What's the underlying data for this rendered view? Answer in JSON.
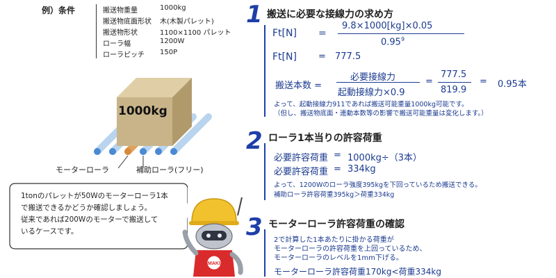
{
  "conditions": {
    "heading": "例）条件",
    "rows": [
      {
        "label": "搬送物重量",
        "value": "1000kg"
      },
      {
        "label": "搬送物底面形状",
        "value": "木(木製パレット)"
      },
      {
        "label": "搬送物形状",
        "value": "1100×1100 パレット"
      },
      {
        "label": "ローラ幅",
        "value": "1200W"
      },
      {
        "label": "ローラピッチ",
        "value": "150P"
      }
    ]
  },
  "illustration": {
    "box_label": "1000kg",
    "motor_roller_label": "モーターローラ",
    "aux_roller_label": "補助ローラ(フリー)"
  },
  "bubble": {
    "line1": "1tonのパレットが50Wのモーターローラ1本",
    "line2": "で搬送できるかどうか確認しましょう。",
    "line3": "従来であれば200Wのモーターで搬送して",
    "line4": "いるケースです。"
  },
  "mascot": {
    "badge": "MAKI"
  },
  "section1": {
    "number": "1",
    "title": "搬送に必要な接線力の求め方",
    "ft_label": "Ft[N]",
    "eq": "=",
    "numerator": "9.8×1000[kg]×0.05",
    "denominator": "0.95",
    "denominator_sup": "9",
    "ft_label2": "Ft[N]",
    "eq2": "=",
    "ft_value": "777.5",
    "count_label": "搬送本数 =",
    "frac_num": "必要接線力",
    "frac_den": "起動接線力×0.9",
    "eq3": "=",
    "val_num": "777.5",
    "val_den": "819.9",
    "eq4": "=",
    "result": "0.95本",
    "note1": "よって、起動接線力911であれば搬送可能重量1000kg可能です。",
    "note2": "（但し、搬送物底面・連動本数等の影響で搬送可能重量は変化します。）"
  },
  "section2": {
    "number": "2",
    "title": "ローラ1本当りの許容荷重",
    "line1_label": "必要許容荷重",
    "line1_eq": "=",
    "line1_value": "1000kg÷（3本）",
    "line2_label": "必要許容荷重",
    "line2_eq": "=",
    "line2_value": "334kg",
    "note1": "よって、1200Wのローラ強度395kgを下回っているため搬送できる。",
    "note2": "補助ローラ許容荷重395kg＞荷重334kg"
  },
  "section3": {
    "number": "3",
    "title": "モーターローラ許容荷重の確認",
    "note1": "2で計算した1本あたりに掛かる荷重が",
    "note2": "モーターローラの許容荷重を上回っているため、",
    "note3": "モーターローラのレベルを1mm下げる。",
    "conclusion": "モーターローラ許容荷重170kg<荷重334kg"
  },
  "colors": {
    "accent": "#1f3fa8",
    "box": "#c9b48a",
    "roller_motor": "#e0a25a",
    "roller": "#b9d4ee"
  }
}
